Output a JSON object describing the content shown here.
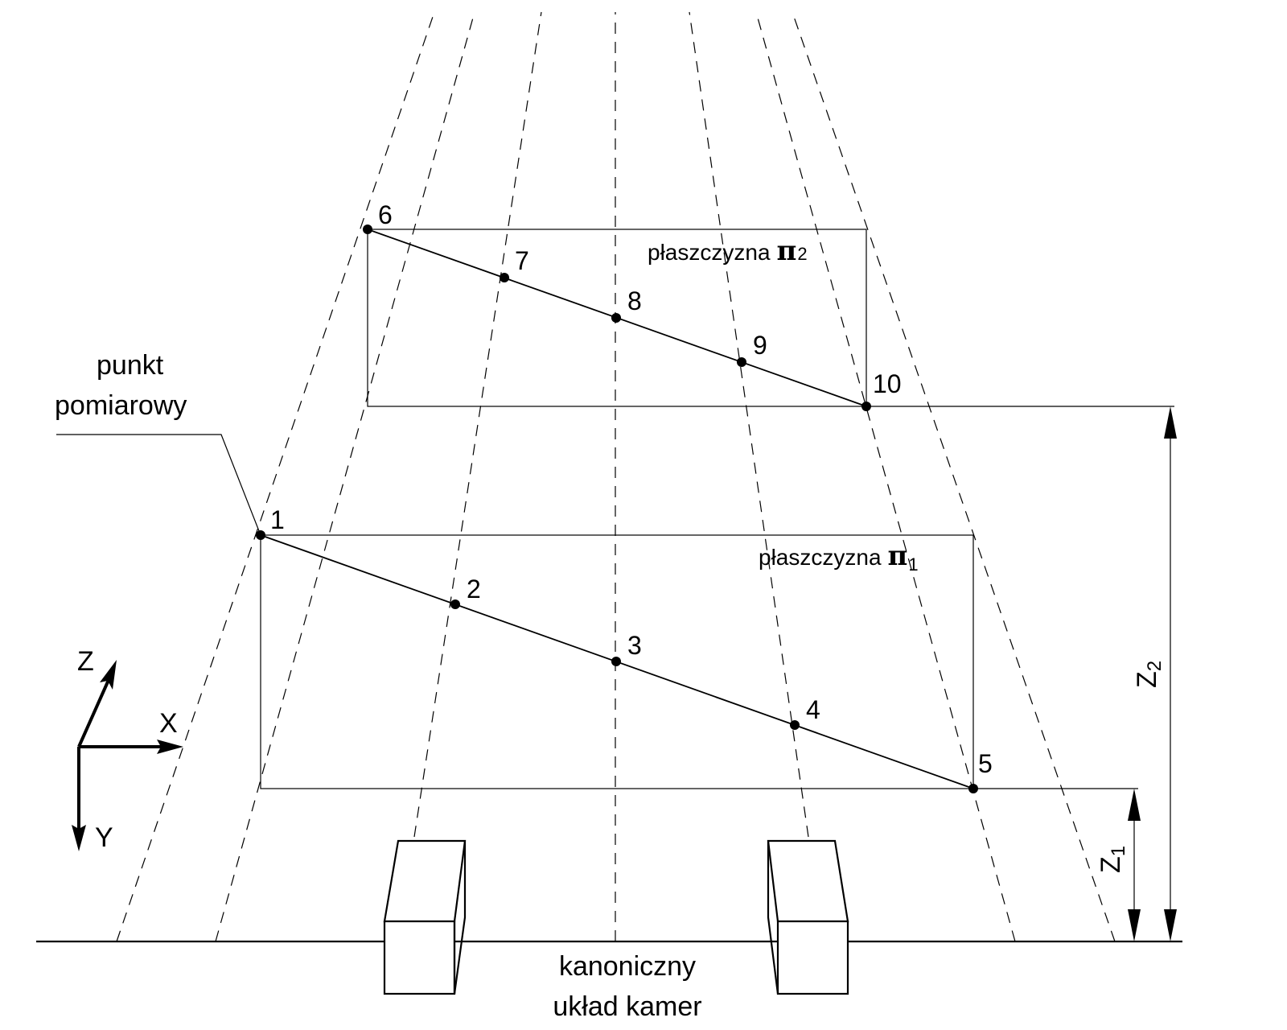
{
  "caption": {
    "measurement_point_line1": "punkt",
    "measurement_point_line2": "pomiarowy",
    "camera_system_line1": "kanoniczny",
    "camera_system_line2": "układ kamer"
  },
  "planes": {
    "plane2": {
      "word": "płaszczyzna",
      "symbol": "π",
      "subscript": "2"
    },
    "plane1": {
      "word": "płaszczyzna",
      "symbol": "π",
      "subscript": "1"
    }
  },
  "points": [
    "1",
    "2",
    "3",
    "4",
    "5",
    "6",
    "7",
    "8",
    "9",
    "10"
  ],
  "axes": {
    "z": "Z",
    "x": "X",
    "y": "Y"
  },
  "dimensions": {
    "z1": {
      "letter": "Z",
      "subscript": "1"
    },
    "z2": {
      "letter": "Z",
      "subscript": "2"
    }
  }
}
